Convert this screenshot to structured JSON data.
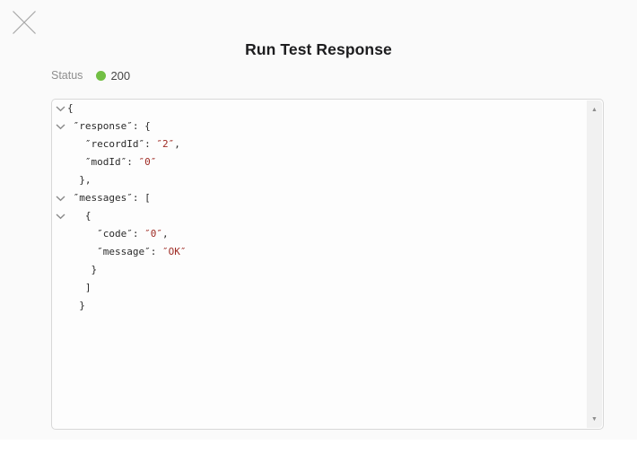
{
  "modal": {
    "title": "Run Test Response"
  },
  "status": {
    "label": "Status",
    "value": "200",
    "dot_color": "#72bf44"
  },
  "viewer": {
    "colors": {
      "plain": "#2a2a2a",
      "string": "#9e2a23",
      "chevron": "#8a8a8a"
    },
    "lines": [
      {
        "chevron": true,
        "indent": 0,
        "segments": [
          {
            "t": "{",
            "c": "plain"
          }
        ]
      },
      {
        "chevron": true,
        "indent": 1,
        "segments": [
          {
            "t": "″response″: {",
            "c": "plain"
          }
        ]
      },
      {
        "chevron": false,
        "indent": 3,
        "segments": [
          {
            "t": "″recordId″: ",
            "c": "plain"
          },
          {
            "t": "″2″",
            "c": "str"
          },
          {
            "t": ",",
            "c": "plain"
          }
        ]
      },
      {
        "chevron": false,
        "indent": 3,
        "segments": [
          {
            "t": "″modId″: ",
            "c": "plain"
          },
          {
            "t": "″0″",
            "c": "str"
          }
        ]
      },
      {
        "chevron": false,
        "indent": 2,
        "segments": [
          {
            "t": "},",
            "c": "plain"
          }
        ]
      },
      {
        "chevron": true,
        "indent": 1,
        "segments": [
          {
            "t": "″messages″: [",
            "c": "plain"
          }
        ]
      },
      {
        "chevron": true,
        "indent": 3,
        "segments": [
          {
            "t": "{",
            "c": "plain"
          }
        ]
      },
      {
        "chevron": false,
        "indent": 5,
        "segments": [
          {
            "t": "″code″: ",
            "c": "plain"
          },
          {
            "t": "″0″",
            "c": "str"
          },
          {
            "t": ",",
            "c": "plain"
          }
        ]
      },
      {
        "chevron": false,
        "indent": 5,
        "segments": [
          {
            "t": "″message″: ",
            "c": "plain"
          },
          {
            "t": "″OK″",
            "c": "str"
          }
        ]
      },
      {
        "chevron": false,
        "indent": 4,
        "segments": [
          {
            "t": "}",
            "c": "plain"
          }
        ]
      },
      {
        "chevron": false,
        "indent": 3,
        "segments": [
          {
            "t": "]",
            "c": "plain"
          }
        ]
      },
      {
        "chevron": false,
        "indent": 2,
        "segments": [
          {
            "t": "}",
            "c": "plain"
          }
        ]
      }
    ],
    "scrollbar": {
      "up_glyph": "▲",
      "down_glyph": "▼"
    }
  }
}
